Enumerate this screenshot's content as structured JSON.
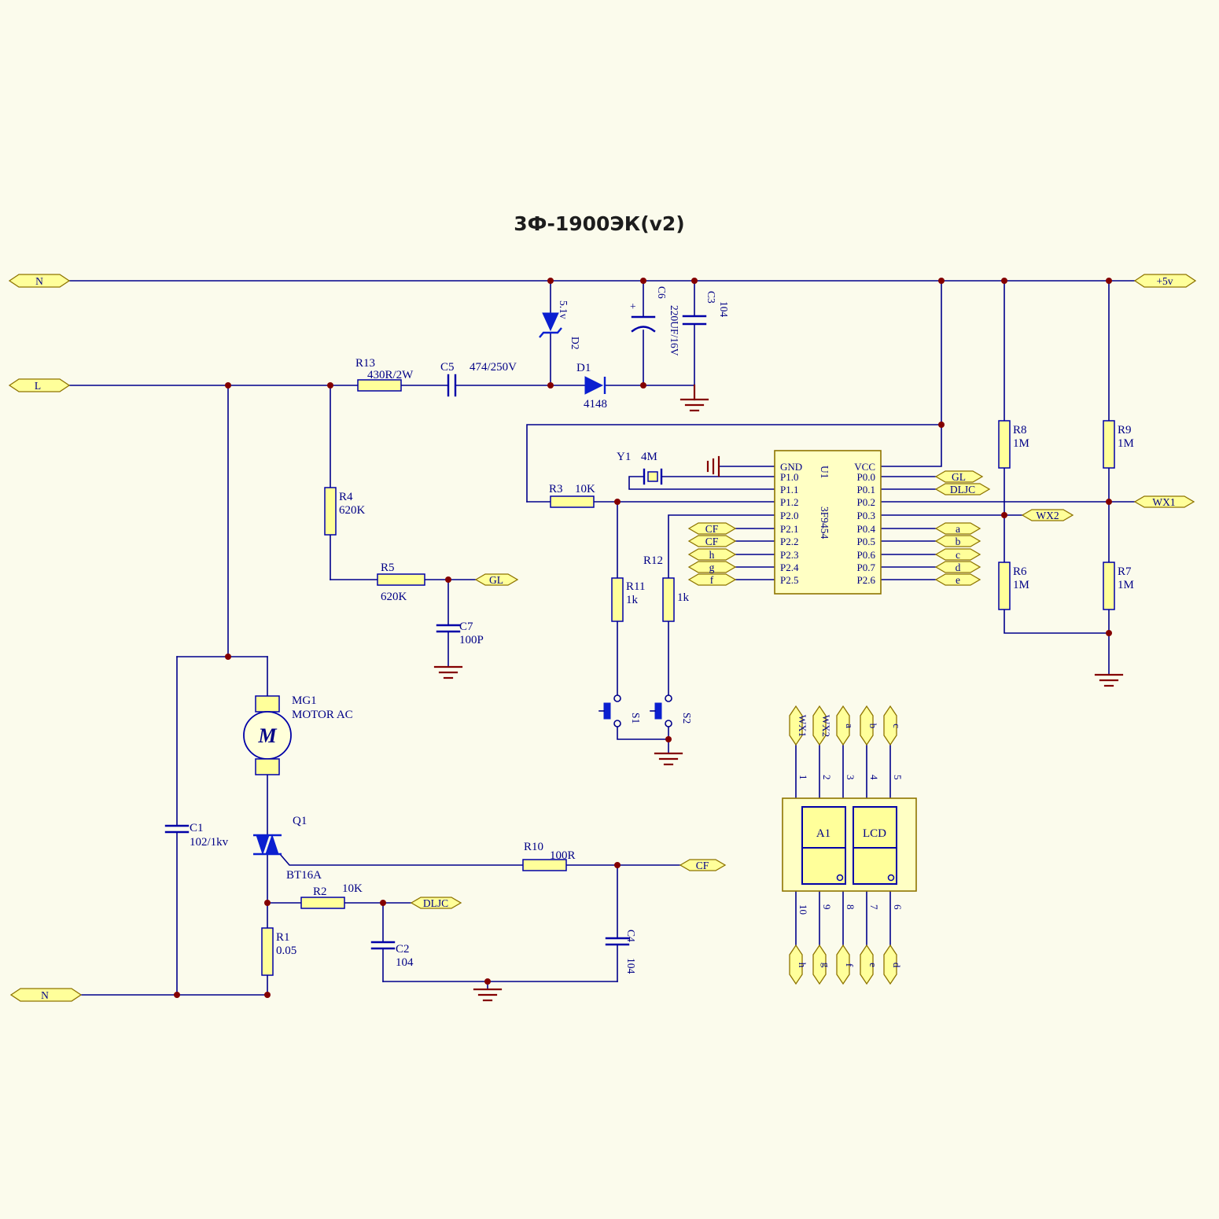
{
  "title": "3Ф-1900ЭК(v2)",
  "power": {
    "n_top": "N",
    "plus_5v": "+5v",
    "l": "L",
    "n_bottom": "N"
  },
  "nets": {
    "gl": "GL",
    "dljc": "DLJC",
    "cf": "CF"
  },
  "components": {
    "r13": {
      "ref": "R13",
      "value": "430R/2W"
    },
    "c5": {
      "ref": "C5",
      "value": "474/250V"
    },
    "d2": {
      "ref": "D2",
      "value": "5.1v"
    },
    "d1": {
      "ref": "D1",
      "value": "4148"
    },
    "c6": {
      "ref": "C6",
      "value": "220UF/16V",
      "polarity": "+"
    },
    "c3": {
      "ref": "C3",
      "value": "104"
    },
    "r4": {
      "ref": "R4",
      "value": "620K"
    },
    "r5": {
      "ref": "R5",
      "value": "620K"
    },
    "c7": {
      "ref": "C7",
      "value": "100P"
    },
    "r3": {
      "ref": "R3",
      "value": "10K"
    },
    "y1": {
      "ref": "Y1",
      "value": "4M"
    },
    "r11": {
      "ref": "R11",
      "value": "1k"
    },
    "r12": {
      "ref": "R12",
      "value": "1k"
    },
    "s1": {
      "ref": "S1"
    },
    "s2": {
      "ref": "S2"
    },
    "r8": {
      "ref": "R8",
      "value": "1M"
    },
    "r9": {
      "ref": "R9",
      "value": "1M"
    },
    "r6": {
      "ref": "R6",
      "value": "1M"
    },
    "r7": {
      "ref": "R7",
      "value": "1M"
    },
    "mg1": {
      "ref": "MG1",
      "value": "MOTOR AC",
      "symbol": "M"
    },
    "c1": {
      "ref": "C1",
      "value": "102/1kv"
    },
    "q1": {
      "ref": "Q1",
      "value": "BT16A"
    },
    "r2": {
      "ref": "R2",
      "value": "10K"
    },
    "r1": {
      "ref": "R1",
      "value": "0.05"
    },
    "r10": {
      "ref": "R10",
      "value": "100R"
    },
    "c2": {
      "ref": "C2",
      "value": "104"
    },
    "c4": {
      "ref": "C4",
      "value": "104"
    }
  },
  "u1": {
    "ref": "U1",
    "part": "3F9454",
    "left_pins": [
      "GND",
      "P1.0",
      "P1.1",
      "P1.2",
      "P2.0",
      "P2.1",
      "P2.2",
      "P2.3",
      "P2.4",
      "P2.5"
    ],
    "right_pins": [
      "VCC",
      "P0.0",
      "P0.1",
      "P0.2",
      "P0.3",
      "P0.4",
      "P0.5",
      "P0.6",
      "P0.7",
      "P2.6"
    ],
    "left_flags": [
      "CF",
      "CF",
      "h",
      "g",
      "f"
    ],
    "right_flags": [
      "GL",
      "DLJC",
      "WX1",
      "WX2",
      "a",
      "b",
      "c",
      "d",
      "e"
    ]
  },
  "display": {
    "a1_label": "A1",
    "lcd_label": "LCD",
    "top_pin_numbers": [
      "1",
      "2",
      "3",
      "4",
      "5"
    ],
    "bottom_pin_numbers": [
      "10",
      "9",
      "8",
      "7",
      "6"
    ],
    "top_flags": [
      "WX1",
      "WX2",
      "a",
      "b",
      "c"
    ],
    "bottom_flags": [
      "h",
      "g",
      "f",
      "e",
      "d"
    ]
  }
}
